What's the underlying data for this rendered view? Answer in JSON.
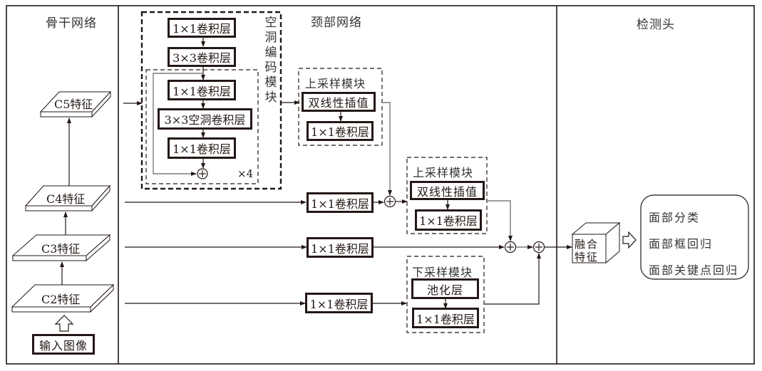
{
  "sections": {
    "backbone_title": "骨干网络",
    "neck_title": "颈部网络",
    "head_title": "检测头"
  },
  "backbone": {
    "input": "输入图像",
    "features": [
      "C2特征",
      "C3特征",
      "C4特征",
      "C5特征"
    ]
  },
  "dilated_encoder": {
    "title": "空洞编码模块",
    "title_chars": [
      "空",
      "洞",
      "编",
      "码",
      "模",
      "块"
    ],
    "layers": [
      "1×1卷积层",
      "3×3卷积层"
    ],
    "residual_block": {
      "layers": [
        "1×1卷积层",
        "3×3空洞卷积层",
        "1×1卷积层"
      ],
      "repeat": "×4"
    }
  },
  "upsample_module_1": {
    "title": "上采样模块",
    "layers": [
      "双线性插值",
      "1×1卷积层"
    ]
  },
  "upsample_module_2": {
    "title": "上采样模块",
    "layers": [
      "双线性插值",
      "1×1卷积层"
    ]
  },
  "downsample_module": {
    "title": "下采样模块",
    "layers": [
      "池化层",
      "1×1卷积层"
    ]
  },
  "lateral_convs": [
    "1×1卷积层",
    "1×1卷积层",
    "1×1卷积层"
  ],
  "fusion": {
    "label_line1": "融合",
    "label_line2": "特征"
  },
  "head_outputs": [
    "面部分类",
    "面部框回归",
    "面部关键点回归"
  ]
}
